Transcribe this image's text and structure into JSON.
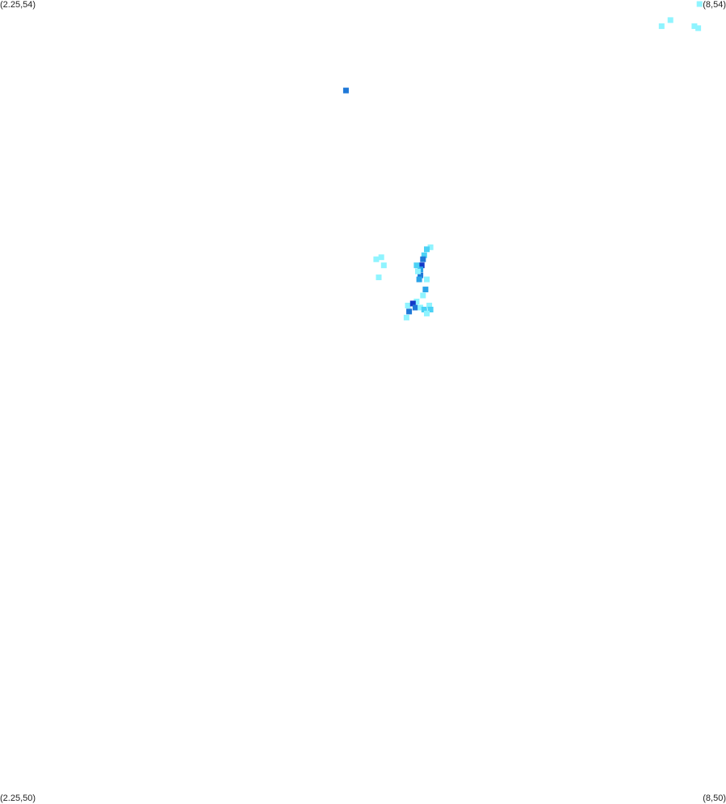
{
  "corners": {
    "top_left": "(2.25,54)",
    "top_right": "(8,54)",
    "bottom_left": "(2.25,50)",
    "bottom_right": "(8,50)"
  },
  "colors": {
    "background": "#ffffff",
    "light": "#8ff4ff",
    "cyan": "#4cd2f5",
    "medium": "#2aa2e8",
    "blue": "#1f78d8",
    "dark": "#1238c8"
  },
  "extent": {
    "lon": [
      2.25,
      8
    ],
    "lat": [
      50,
      54
    ]
  },
  "cells": [
    {
      "lon": 7.79,
      "lat": 53.98,
      "level": "light"
    },
    {
      "lon": 7.56,
      "lat": 53.9,
      "level": "light"
    },
    {
      "lon": 7.49,
      "lat": 53.87,
      "level": "light"
    },
    {
      "lon": 7.75,
      "lat": 53.87,
      "level": "light"
    },
    {
      "lon": 7.78,
      "lat": 53.86,
      "level": "light"
    },
    {
      "lon": 4.99,
      "lat": 53.55,
      "level": "blue"
    },
    {
      "lon": 5.66,
      "lat": 52.77,
      "level": "light"
    },
    {
      "lon": 5.63,
      "lat": 52.76,
      "level": "cyan"
    },
    {
      "lon": 5.61,
      "lat": 52.73,
      "level": "cyan"
    },
    {
      "lon": 5.6,
      "lat": 52.71,
      "level": "blue"
    },
    {
      "lon": 5.59,
      "lat": 52.68,
      "level": "dark"
    },
    {
      "lon": 5.58,
      "lat": 52.66,
      "level": "medium"
    },
    {
      "lon": 5.58,
      "lat": 52.63,
      "level": "blue"
    },
    {
      "lon": 5.57,
      "lat": 52.61,
      "level": "medium"
    },
    {
      "lon": 5.63,
      "lat": 52.61,
      "level": "light"
    },
    {
      "lon": 5.55,
      "lat": 52.68,
      "level": "cyan"
    },
    {
      "lon": 5.56,
      "lat": 52.65,
      "level": "light"
    },
    {
      "lon": 5.23,
      "lat": 52.71,
      "level": "light"
    },
    {
      "lon": 5.27,
      "lat": 52.72,
      "level": "light"
    },
    {
      "lon": 5.29,
      "lat": 52.68,
      "level": "light"
    },
    {
      "lon": 5.25,
      "lat": 52.62,
      "level": "light"
    },
    {
      "lon": 5.62,
      "lat": 52.56,
      "level": "medium"
    },
    {
      "lon": 5.6,
      "lat": 52.53,
      "level": "light"
    },
    {
      "lon": 5.55,
      "lat": 52.5,
      "level": "light"
    },
    {
      "lon": 5.48,
      "lat": 52.48,
      "level": "light"
    },
    {
      "lon": 5.52,
      "lat": 52.49,
      "level": "dark"
    },
    {
      "lon": 5.54,
      "lat": 52.47,
      "level": "blue"
    },
    {
      "lon": 5.58,
      "lat": 52.47,
      "level": "light"
    },
    {
      "lon": 5.61,
      "lat": 52.46,
      "level": "cyan"
    },
    {
      "lon": 5.65,
      "lat": 52.48,
      "level": "light"
    },
    {
      "lon": 5.66,
      "lat": 52.46,
      "level": "cyan"
    },
    {
      "lon": 5.49,
      "lat": 52.45,
      "level": "blue"
    },
    {
      "lon": 5.47,
      "lat": 52.42,
      "level": "light"
    },
    {
      "lon": 5.63,
      "lat": 52.44,
      "level": "light"
    }
  ]
}
